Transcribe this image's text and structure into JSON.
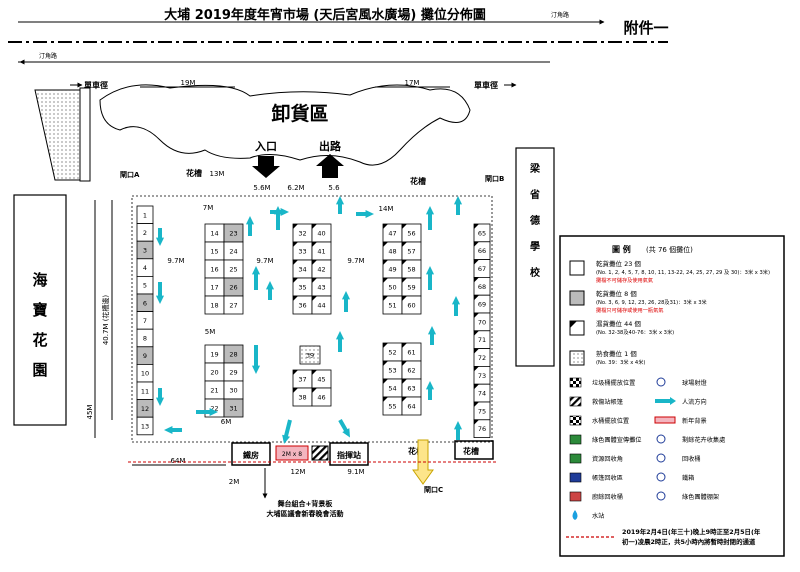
{
  "title": "大埔 2019年度年宵市場 (天后宮風水廣場) 攤位分佈圖",
  "annex": "附件一",
  "roads": {
    "ting_kok_top": "汀角路",
    "ting_kok_left": "汀角路",
    "parking_left": "單車徑",
    "parking_right": "單車徑"
  },
  "dims": {
    "d19": "19M",
    "d17": "17M",
    "d13": "13M",
    "d56a": "5.6M",
    "d62": "6.2M",
    "d56b": "5.6",
    "d14": "14M",
    "d97a": "9.7M",
    "d97b": "9.7M",
    "d97c": "9.7M",
    "d7": "7M",
    "d5": "5M",
    "d6": "6M",
    "d64": "64M",
    "d12": "12M",
    "d91": "9.1M",
    "d45": "45M",
    "d407": "40.7M (花槽邊)",
    "d2": "2M"
  },
  "zones": {
    "unloading": "卸貨區",
    "entrance": "入口",
    "exit": "出路",
    "planter_1": "花槽",
    "planter_2": "花槽",
    "planter_3": "花槽",
    "planter_4": "花槽",
    "kiosk": "鐵房",
    "command": "指揮站",
    "hai_po": "海寶花園",
    "leung_sing": "梁省德學校",
    "gate_a": "閘口A",
    "gate_b": "閘口B",
    "gate_c": "閘口C",
    "stage": "舞台組合+背景板",
    "event": "大埔區議會新春晚會活動",
    "newyear_bg": "2M x 8"
  },
  "stalls": {
    "col1": [
      "1",
      "2",
      "3",
      "4",
      "5",
      "6",
      "7",
      "8",
      "9",
      "10",
      "11",
      "12",
      "13"
    ],
    "b14": [
      "14",
      "23",
      "15",
      "24",
      "16",
      "25",
      "17",
      "26",
      "18",
      "27"
    ],
    "b19": [
      "19",
      "28",
      "20",
      "29",
      "21",
      "30",
      "22",
      "31"
    ],
    "b32": [
      "32",
      "40",
      "33",
      "41",
      "34",
      "42",
      "35",
      "43",
      "36",
      "44"
    ],
    "b37": [
      "37",
      "45",
      "38",
      "46"
    ],
    "b39": "39",
    "b47": [
      "47",
      "56",
      "48",
      "57",
      "49",
      "58",
      "50",
      "59",
      "51",
      "60"
    ],
    "b52": [
      "52",
      "61",
      "53",
      "62",
      "54",
      "63",
      "55",
      "64"
    ],
    "col65": [
      "65",
      "66",
      "67",
      "68",
      "69",
      "70",
      "71",
      "72",
      "73",
      "74",
      "75",
      "76"
    ]
  },
  "legend": {
    "title": "圖 例",
    "count": "(共 76 個攤位)",
    "items": [
      {
        "label": "乾貨攤位 23 個",
        "note": "(No. 1, 2, 4, 5, 7, 8, 10, 11, 13-22, 24, 25, 27, 29 及 30)：3米 x 3米)",
        "warn": "攤檔不可儲存及使用氣氣"
      },
      {
        "label": "乾貨攤位 8 個",
        "note": "(No. 3, 6, 9, 12, 23, 26, 28及31)：3米 x 3米",
        "warn": "攤檔只可儲存或使用一瓶氣氣"
      },
      {
        "label": "濕貨攤位 44 個",
        "note": "(No. 32-38及40-76：3米 x 3米)",
        "warn": ""
      },
      {
        "label": "熟食攤位 1 個",
        "note": "(No. 39：3米 x 4米)",
        "warn": ""
      }
    ],
    "symbols": {
      "s1": "垃圾桶擺放位置",
      "s2": "球場射燈",
      "s3": "救傷站帳篷",
      "s4": "人流方向",
      "s5": "水桶擺放位置",
      "s6": "新年背景",
      "s7": "綠色團體宣傳攤位",
      "s8": "剩餘花卉收集處",
      "s9": "資源回收角",
      "s10": "回收桶",
      "s11": "帳篷回收區",
      "s12": "鐵箱",
      "s13": "廚餘回收桶",
      "s14": "綠色團體棚架",
      "s15": "水站"
    },
    "footer_note": "2019年2月4日(年三十)晚上9時正至2月5日(年初一)凌晨2時正，共5小時內將暫時封閉的通道"
  }
}
